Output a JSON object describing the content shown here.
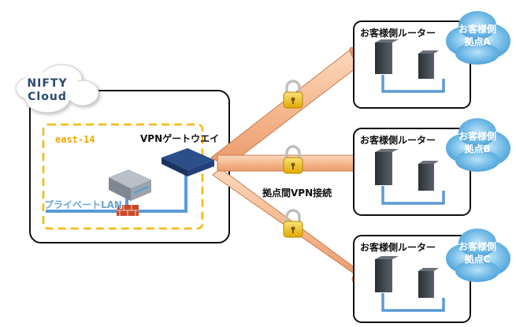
{
  "cloud": {
    "name_line1": "NIFTY",
    "name_line2": "Cloud"
  },
  "zone": {
    "label": "east-14"
  },
  "gateway": {
    "label": "VPNゲートウエイ"
  },
  "private_lan": {
    "label": "プライベートLAN"
  },
  "connection": {
    "label": "拠点間VPN接続"
  },
  "sites": [
    {
      "router_label": "お客様側ルーター",
      "badge_line1": "お客様側",
      "badge_line2": "拠点A"
    },
    {
      "router_label": "お客様側ルーター",
      "badge_line1": "お客様側",
      "badge_line2": "拠点B"
    },
    {
      "router_label": "お客様側ルーター",
      "badge_line1": "お客様側",
      "badge_line2": "拠点C"
    }
  ],
  "colors": {
    "zone_border": "#f5b800",
    "lan_line": "#5b9bd5",
    "tunnel_fill": "#f6c4a0",
    "tunnel_stroke": "#c97c4d",
    "lock_body": "#f0c419",
    "site_cloud": "#6fb9e6"
  },
  "icons": {
    "gateway": "vpn-gateway-icon",
    "server": "server-icon",
    "firewall": "firewall-icon",
    "router": "router-icon",
    "lock": "lock-icon",
    "cloud": "cloud-icon"
  }
}
